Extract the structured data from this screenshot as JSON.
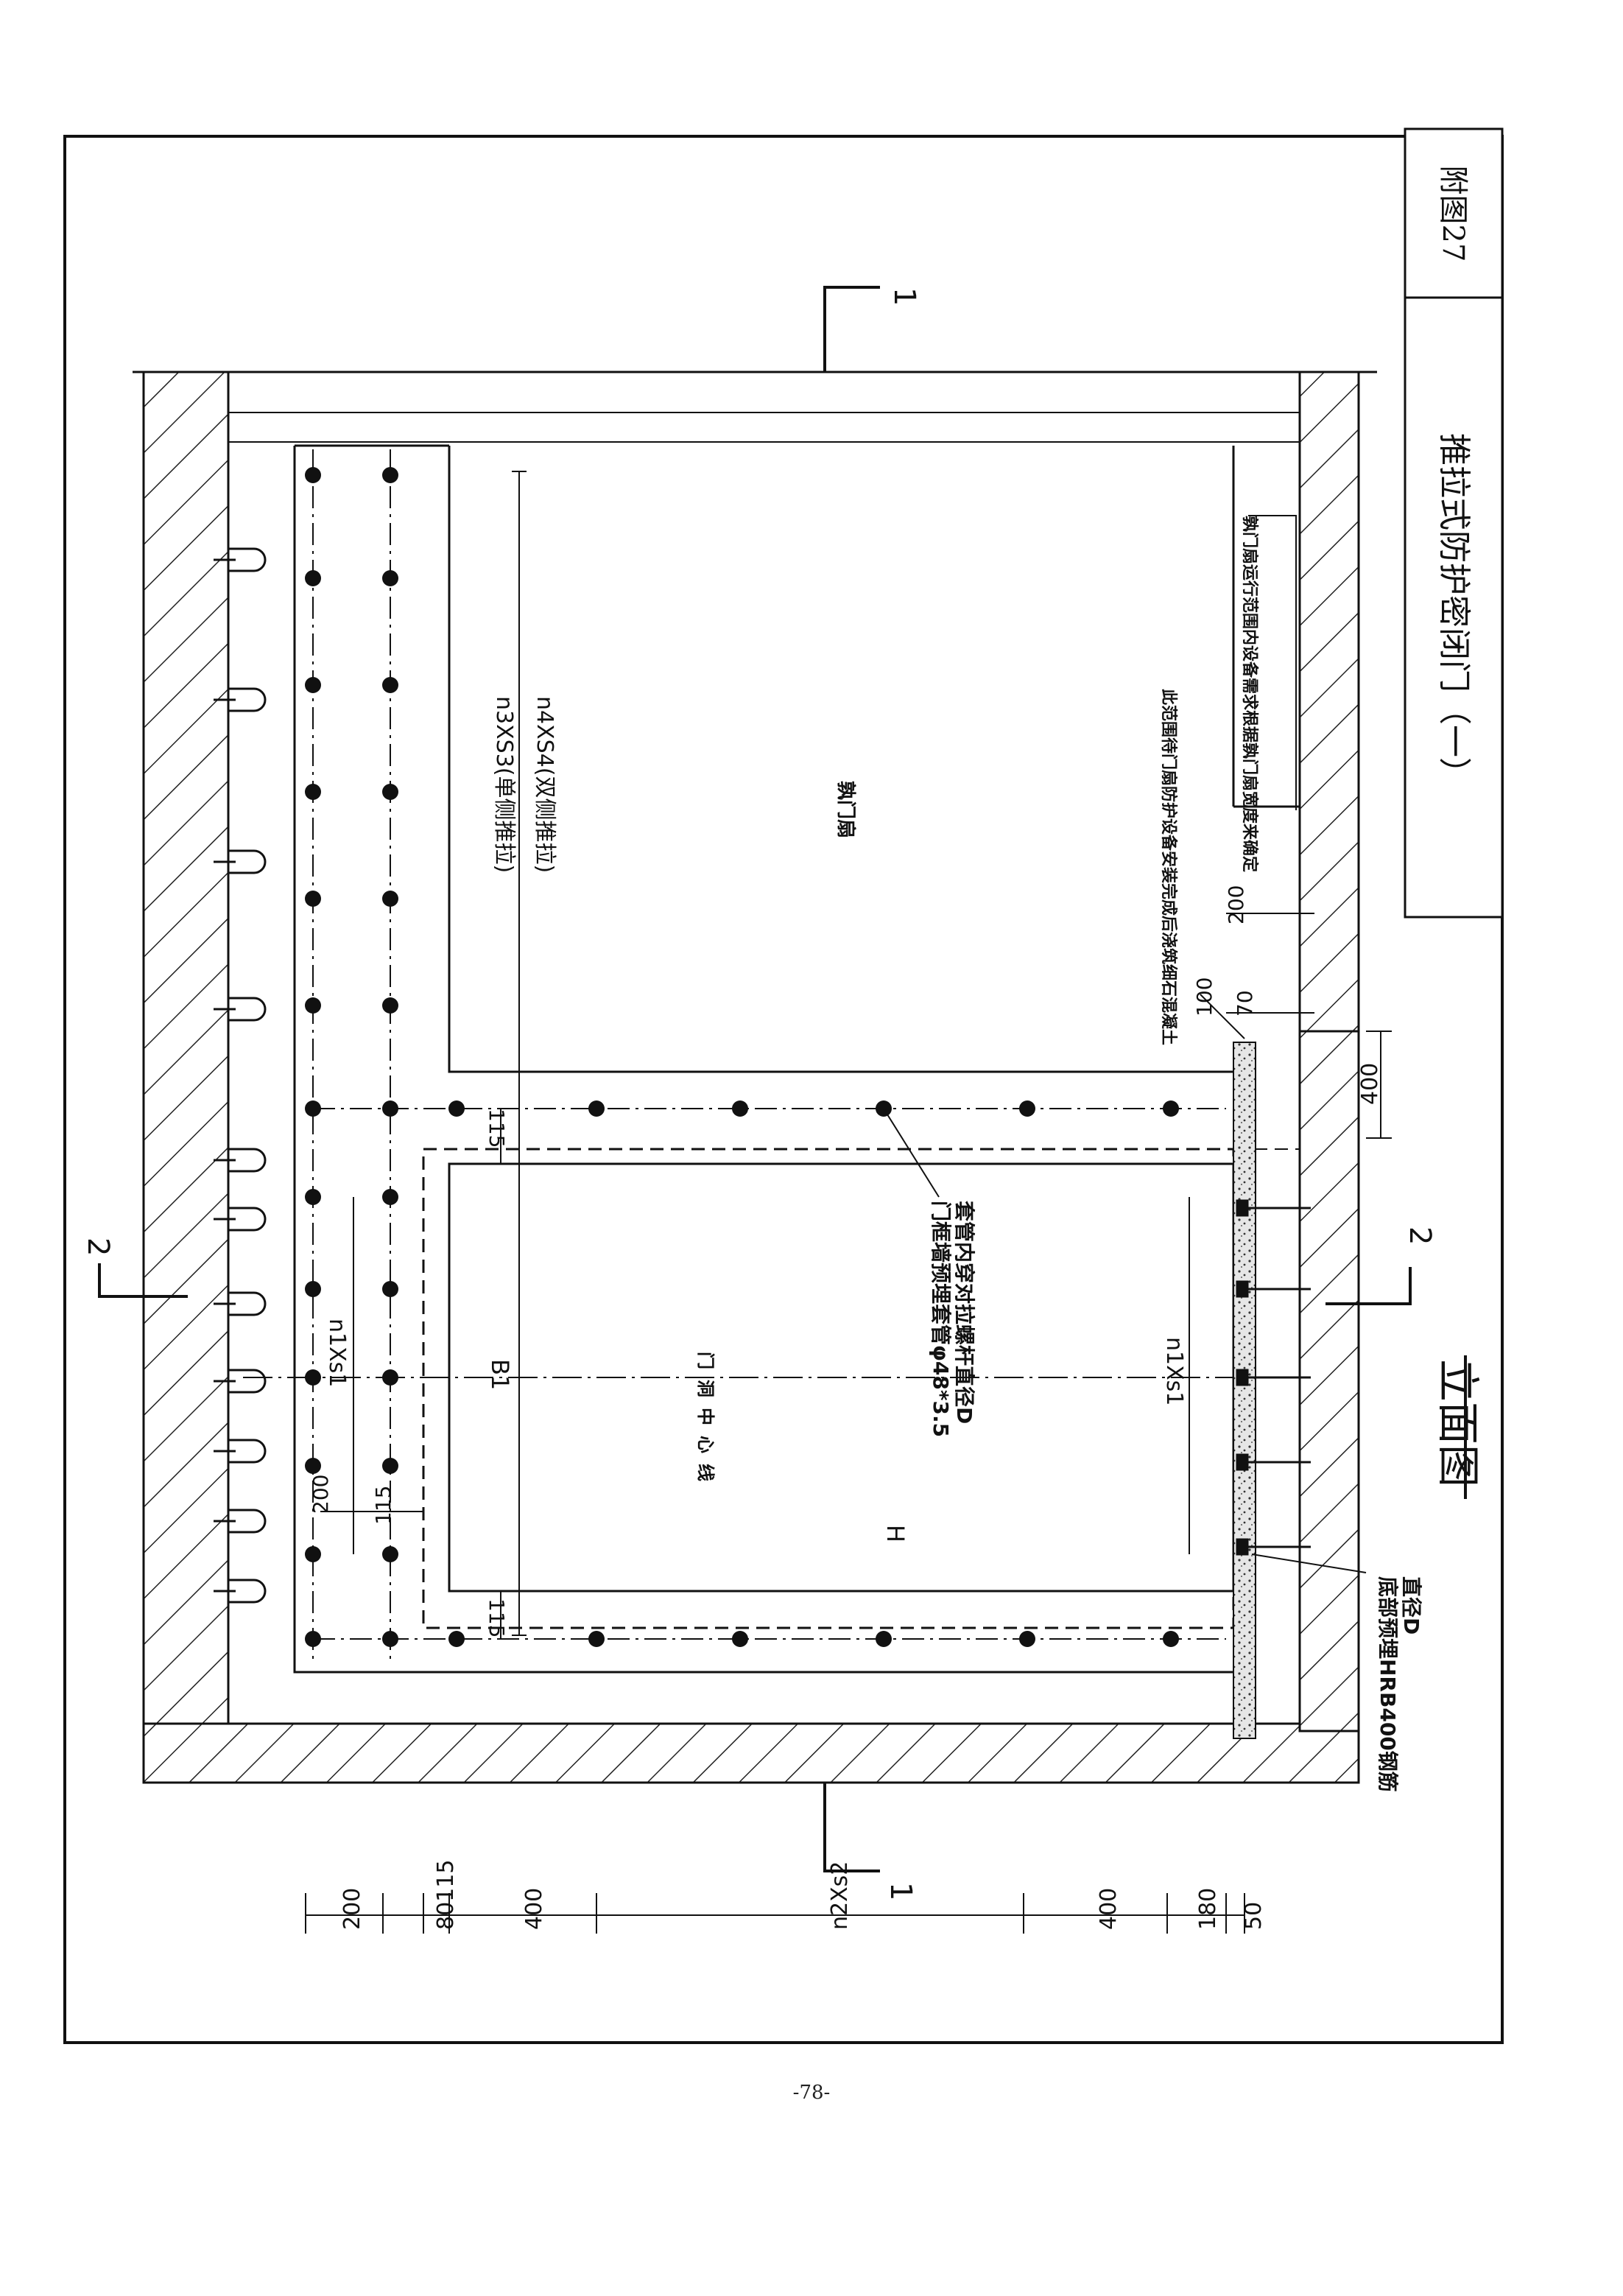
{
  "sheet": {
    "figure_no": "附图27",
    "title": "推拉式防护密闭门（一）",
    "view_title": "立面图",
    "page_number": "-78-"
  },
  "section_marks": {
    "section_1": "1",
    "section_2": "2"
  },
  "labels": {
    "door_leaf": "孰门扇",
    "door_center_line": "门洞中心线",
    "sleeve_note_line1": "门框墙预埋套管φ48*3.5",
    "sleeve_note_line2": "套管内穿对拉螺杆直径D",
    "bottom_rebar_line1": "底部预埋HRB400钢筋",
    "bottom_rebar_line2": "直径D",
    "threshold_note": "此范围待门扇防护设备安装完成后浇筑细石混凝土",
    "floor_note_line1": "孰门扇运行范围内设备需求根据孰门扇宽度来确定",
    "floor_note_line2": "孰门扇运行范围内设备需求根据孰门扇宽度来确定"
  },
  "dimensions": {
    "n3xs3": "n3XS3(单侧推拉)",
    "n4xs4": "n4XS4(双侧推拉)",
    "n1xs1_top": "n1Xs1",
    "n1xs1_bottom": "n1Xs1",
    "b1": "B1",
    "h": "H",
    "d115_a": "115",
    "d115_b": "115",
    "d115_c": "115",
    "d200_a": "200",
    "d200_b": "200",
    "d100": "100",
    "d70": "70",
    "d400_right": "400",
    "bottom_chain": {
      "d200": "200",
      "d80115": "80115",
      "d400_a": "400",
      "n2xs2": "n2Xs2",
      "d400_b": "400",
      "d180": "180",
      "d50": "50"
    }
  }
}
